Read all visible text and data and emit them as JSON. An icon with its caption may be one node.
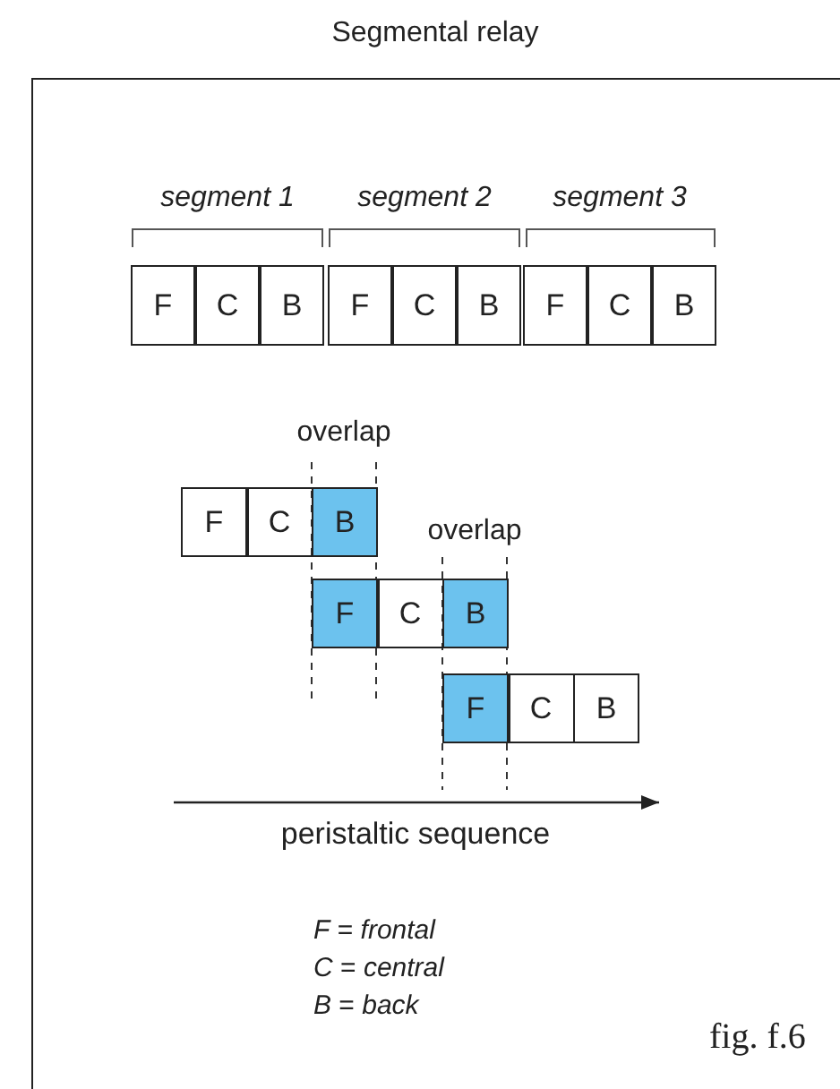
{
  "diagram": {
    "title": "Segmental relay",
    "caption": "fig. f.6",
    "nodes": [
      {
        "text": [
          "F"
        ]
      },
      {
        "text": [
          "C"
        ]
      },
      {
        "text": [
          "B"
        ]
      },
      {
        "text": [
          "F"
        ]
      },
      {
        "text": [
          "C"
        ]
      },
      {
        "text": [
          "B"
        ]
      },
      {
        "text": [
          "F"
        ]
      },
      {
        "text": [
          "C"
        ]
      },
      {
        "text": [
          "B"
        ]
      },
      {
        "text": [
          "F"
        ]
      },
      {
        "text": [
          "C"
        ]
      },
      {
        "text": [
          "B"
        ]
      },
      {
        "text": [
          "F"
        ]
      },
      {
        "text": [
          "C"
        ]
      },
      {
        "text": [
          "B"
        ]
      },
      {
        "text": [
          "F"
        ]
      },
      {
        "text": [
          "C"
        ]
      },
      {
        "text": [
          "B"
        ]
      }
    ],
    "edges": [],
    "labels": [
      "segment 1",
      "segment 2",
      "segment 3",
      "overlap",
      "overlap",
      "peristaltic sequence",
      "*F* = *frontal*",
      "*C* = *central*",
      "*B* = *back*"
    ]
  }
}
